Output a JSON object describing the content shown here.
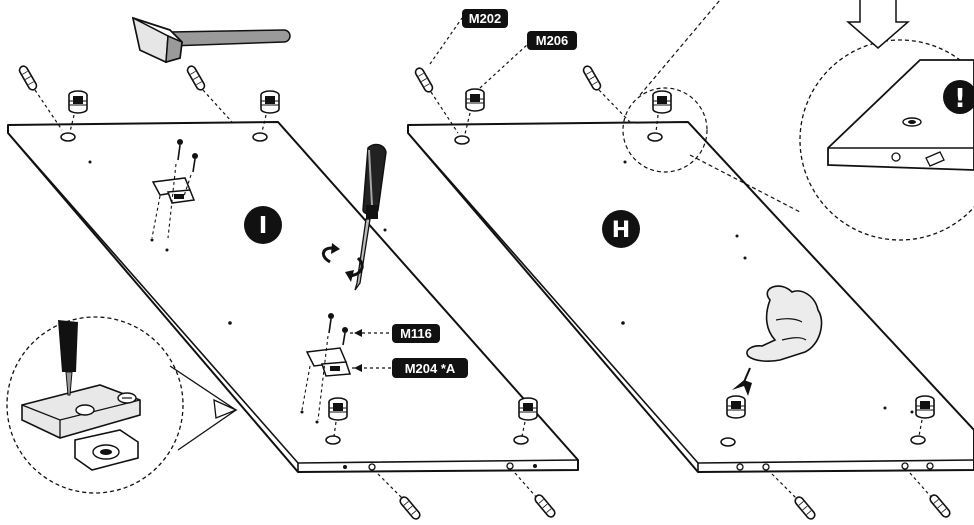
{
  "panels": [
    {
      "id": "left",
      "letter": "I"
    },
    {
      "id": "right",
      "letter": "H"
    }
  ],
  "part_labels": {
    "dowel": "M202",
    "cam_lock": "M206",
    "screw": "M116",
    "hinge_plate": "M204 *A"
  },
  "warning_symbol": "!",
  "colors": {
    "line": "#111111",
    "label_bg": "#111111",
    "label_text": "#ffffff",
    "panel_fill": "#ffffff",
    "hammer_grey": "#9a9a9a",
    "metal_grey": "#bdbdbd"
  },
  "icons": [
    "hammer-icon",
    "screwdriver-icon",
    "rotate-arrows-icon",
    "pointing-hand-icon",
    "warning-icon"
  ]
}
